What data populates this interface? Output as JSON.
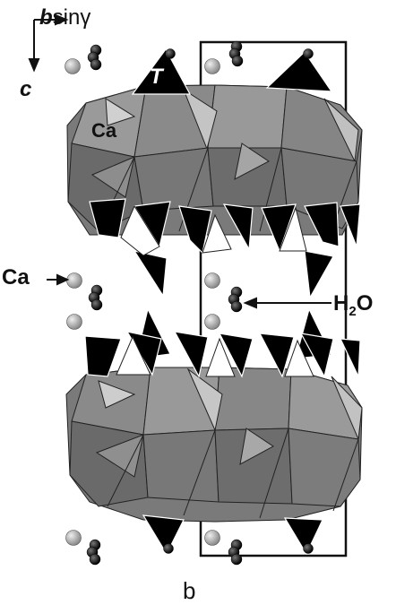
{
  "labels": {
    "axis_b_bold": "b",
    "axis_b_rest": "sinγ",
    "axis_c": "c",
    "tetra_T": "T",
    "ca_top": "Ca",
    "ca_left": "Ca",
    "h2o_main": "H",
    "h2o_sub": "2",
    "h2o_end": "O",
    "panel": "b"
  },
  "colors": {
    "octa_dark": "#6e6e6e",
    "octa_mid": "#8c8c8c",
    "octa_light": "#bdbdbd",
    "tetra": "#000000",
    "ca_atom": "#b8b8b8",
    "water": "#1a1a1a"
  }
}
